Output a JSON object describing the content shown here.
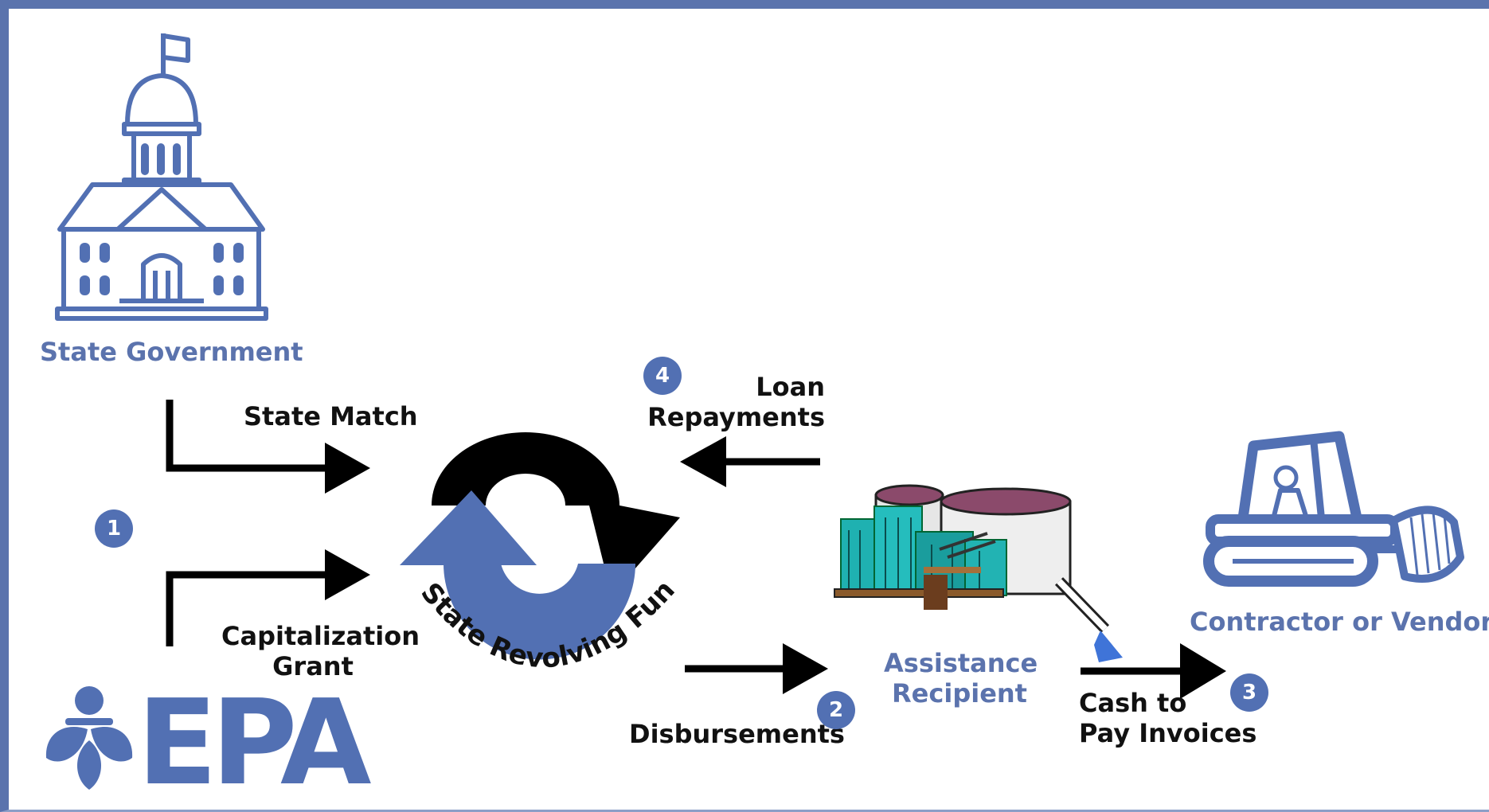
{
  "labels": {
    "state_government": "State Government",
    "state_match": "State Match",
    "capitalization_grant": "Capitalization\nGrant",
    "loan_repayments": "Loan\nRepayments",
    "disbursements": "Disbursements",
    "assistance_recipient": "Assistance\nRecipient",
    "contractor_or_vendor": "Contractor or Vendor",
    "cash_to_pay_invoices": "Cash to\nPay Invoices",
    "fund_name": "State Revolving Fund",
    "epa_logo": "EPA"
  },
  "steps": {
    "step1": "1",
    "step2": "2",
    "step3": "3",
    "step4": "4"
  },
  "colors": {
    "epa_blue": "#5270b3",
    "frame_blue": "#5a73ad",
    "label_blue": "#5b73ad",
    "arrow_black": "#000000",
    "plant_teal": "#1fb1b1",
    "tank_maroon": "#8b4a6b"
  },
  "icons": {
    "state_government": "capitol-building-icon",
    "revolving_fund": "revolving-arrows-icon",
    "assistance_recipient": "treatment-plant-icon",
    "contractor": "bulldozer-icon",
    "epa": "epa-logo-icon"
  }
}
